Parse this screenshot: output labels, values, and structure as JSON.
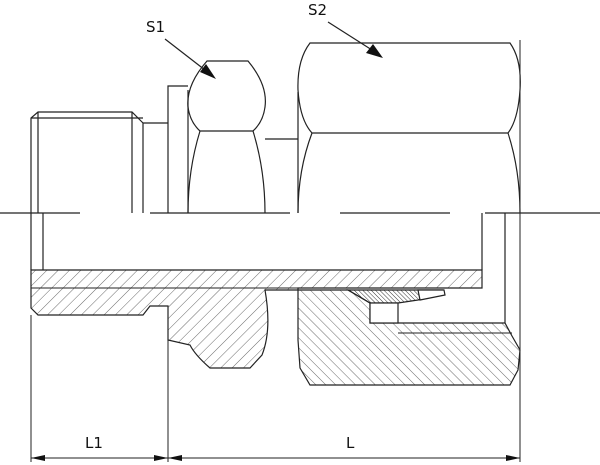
{
  "labels": {
    "s1": "S1",
    "s2": "S2",
    "l1": "L1",
    "l": "L"
  },
  "colors": {
    "line": "#222222",
    "hatch": "#444444",
    "background": "#ffffff"
  }
}
